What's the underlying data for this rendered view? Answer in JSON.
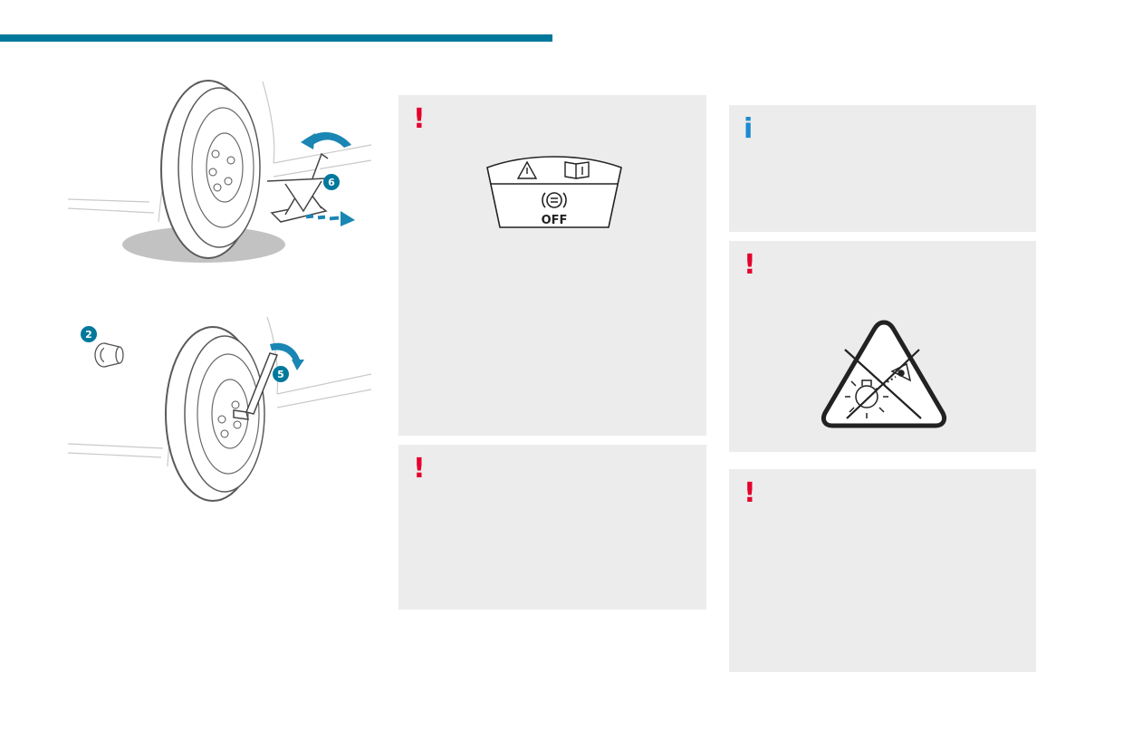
{
  "header": {
    "accent_color": "#00789c"
  },
  "illustrations": {
    "jack": {
      "callout": "6",
      "icons": [
        "wheel-icon",
        "scissor-jack-icon",
        "rotate-arrow-icon",
        "pull-arrow-icon"
      ]
    },
    "wrench": {
      "callouts": [
        "2",
        "5"
      ],
      "icons": [
        "wheel-icon",
        "wheel-bolt-adapter-icon",
        "wheel-brace-icon",
        "rotate-arrow-icon"
      ]
    }
  },
  "panels": {
    "left_top": {
      "mark": "!",
      "type": "warning",
      "label_off": "OFF",
      "label_icons": [
        "warning-triangle-icon",
        "manual-book-icon",
        "parking-brake-icon"
      ]
    },
    "left_bottom": {
      "mark": "!",
      "type": "warning"
    },
    "right_top": {
      "mark": "i",
      "type": "info"
    },
    "right_middle": {
      "mark": "!",
      "type": "warning",
      "icons": [
        "do-not-look-at-light-icon"
      ]
    },
    "right_bottom": {
      "mark": "!",
      "type": "warning"
    }
  },
  "colors": {
    "warning": "#e4002b",
    "info": "#1b8ad1",
    "panel": "#ececec",
    "callout": "#00789c"
  }
}
